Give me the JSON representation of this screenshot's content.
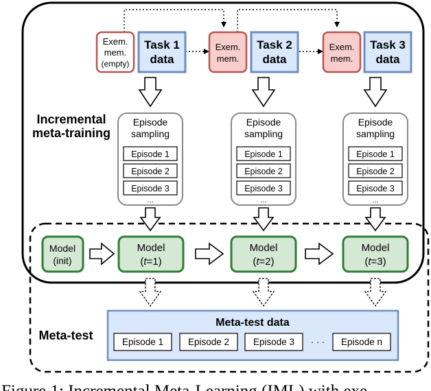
{
  "incremental_label": [
    "Incremental",
    "meta-training"
  ],
  "meta_test_label": "Meta-test",
  "tasks": [
    {
      "exem": [
        "Exem.",
        "mem.",
        "(empty)"
      ],
      "task": [
        "Task 1",
        "data"
      ]
    },
    {
      "exem": [
        "Exem.",
        "mem."
      ],
      "task": [
        "Task 2",
        "data"
      ]
    },
    {
      "exem": [
        "Exem.",
        "mem."
      ],
      "task": [
        "Task 3",
        "data"
      ]
    }
  ],
  "sampling": {
    "title": [
      "Episode",
      "sampling"
    ],
    "episodes": [
      "Episode 1",
      "Episode 2",
      "Episode 3"
    ],
    "more": "..."
  },
  "models": [
    {
      "line1": "Model",
      "line2": "(init)"
    },
    {
      "line1": "Model",
      "line2_pre": "(",
      "line2_t": "t",
      "line2_post": "=1)"
    },
    {
      "line1": "Model",
      "line2_pre": "(",
      "line2_t": "t",
      "line2_post": "=2)"
    },
    {
      "line1": "Model",
      "line2_pre": "(",
      "line2_t": "t",
      "line2_post": "=3)"
    }
  ],
  "meta_test_data": {
    "title": "Meta-test data",
    "episodes": [
      "Episode 1",
      "Episode 2",
      "Episode 3",
      "Episode n"
    ],
    "ellipsis": "· · ·"
  },
  "caption_fragment": "Figure 1: Incremental Meta-Learning (IML) with exe",
  "colors": {
    "exem_stroke": "#b85450",
    "exem_fill": "#f8cecc",
    "task_stroke": "#6c8ebf",
    "task_fill": "#dae8fc",
    "model_stroke": "#2e7d32",
    "model_fill": "#d5e8d4"
  }
}
